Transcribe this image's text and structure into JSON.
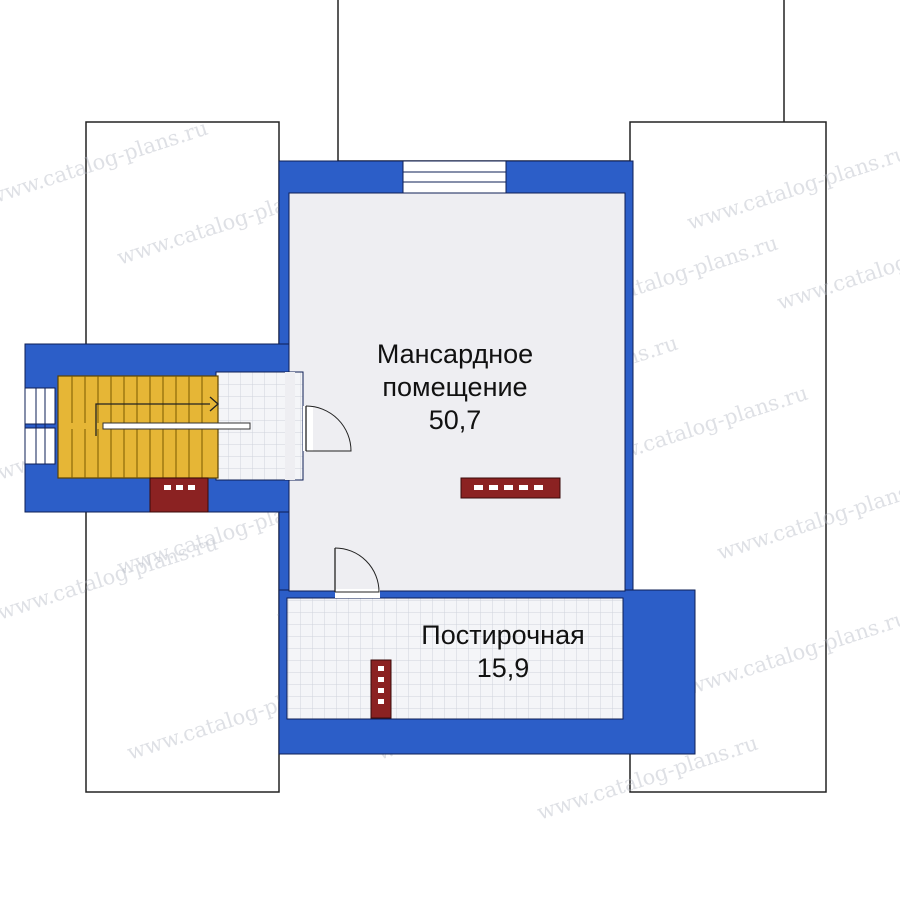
{
  "colors": {
    "wall": "#2c5ec8",
    "wall_outline": "#0e1f55",
    "floor": "#eeeef2",
    "tile_grid": "#cfd3dc",
    "stair": "#e6b636",
    "chimney": "#8b2222"
  },
  "watermark": {
    "text": "www.catalog-plans.ru"
  },
  "rooms": [
    {
      "id": "attic",
      "name_lines": [
        "Мансардное",
        "помещение"
      ],
      "area": "50,7"
    },
    {
      "id": "laundry",
      "name_lines": [
        "Постирочная"
      ],
      "area": "15,9"
    }
  ]
}
